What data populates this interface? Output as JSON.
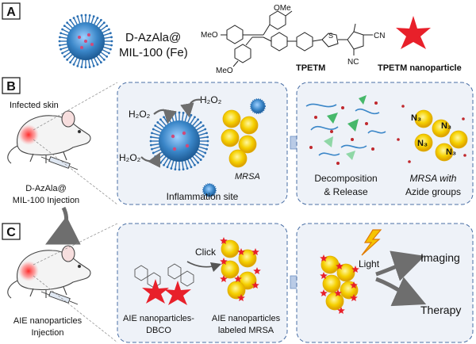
{
  "panel_labels": {
    "a": "A",
    "b": "B",
    "c": "C"
  },
  "panel_a": {
    "nanoparticle_label_line1": "D-AzAla@",
    "nanoparticle_label_line2": "MIL-100 (Fe)",
    "methoxy_top": "OMe",
    "methoxy_left": "MeO",
    "methoxy_bottom": "MeO",
    "nitrile_1": "CN",
    "nitrile_2": "NC",
    "sulfur": "S",
    "molecule_name": "TPETM",
    "star_caption": "TPETM nanoparticle"
  },
  "panel_b": {
    "infected_skin": "Infected skin",
    "injection_line1": "D-AzAla@",
    "injection_line2": "MIL-100 Injection",
    "h2o2": "H₂O₂",
    "mrsa": "MRSA",
    "site_caption": "Inflammation site",
    "release_line1": "Decomposition",
    "release_line2": "& Release",
    "azide_line1": "MRSA with",
    "azide_line2": "Azide groups",
    "n3": "N₃"
  },
  "panel_c": {
    "injection_line1": "AIE nanoparticles",
    "injection_line2": "Injection",
    "click": "Click",
    "aie_dbco_line1": "AIE nanoparticles-",
    "aie_dbco_line2": "DBCO",
    "labeled_line1": "AIE nanoparticles",
    "labeled_line2": "labeled MRSA",
    "light": "Light",
    "imaging": "Imaging",
    "therapy": "Therapy"
  },
  "colors": {
    "bacteria": "#f5d000",
    "star": "#e8202a",
    "mof": "#3a86c8",
    "panel_border": "#4a6fa5",
    "panel_fill": "#eef2f8",
    "arrow": "#b9cbe6",
    "grey_arrow": "#6e6e6e"
  }
}
